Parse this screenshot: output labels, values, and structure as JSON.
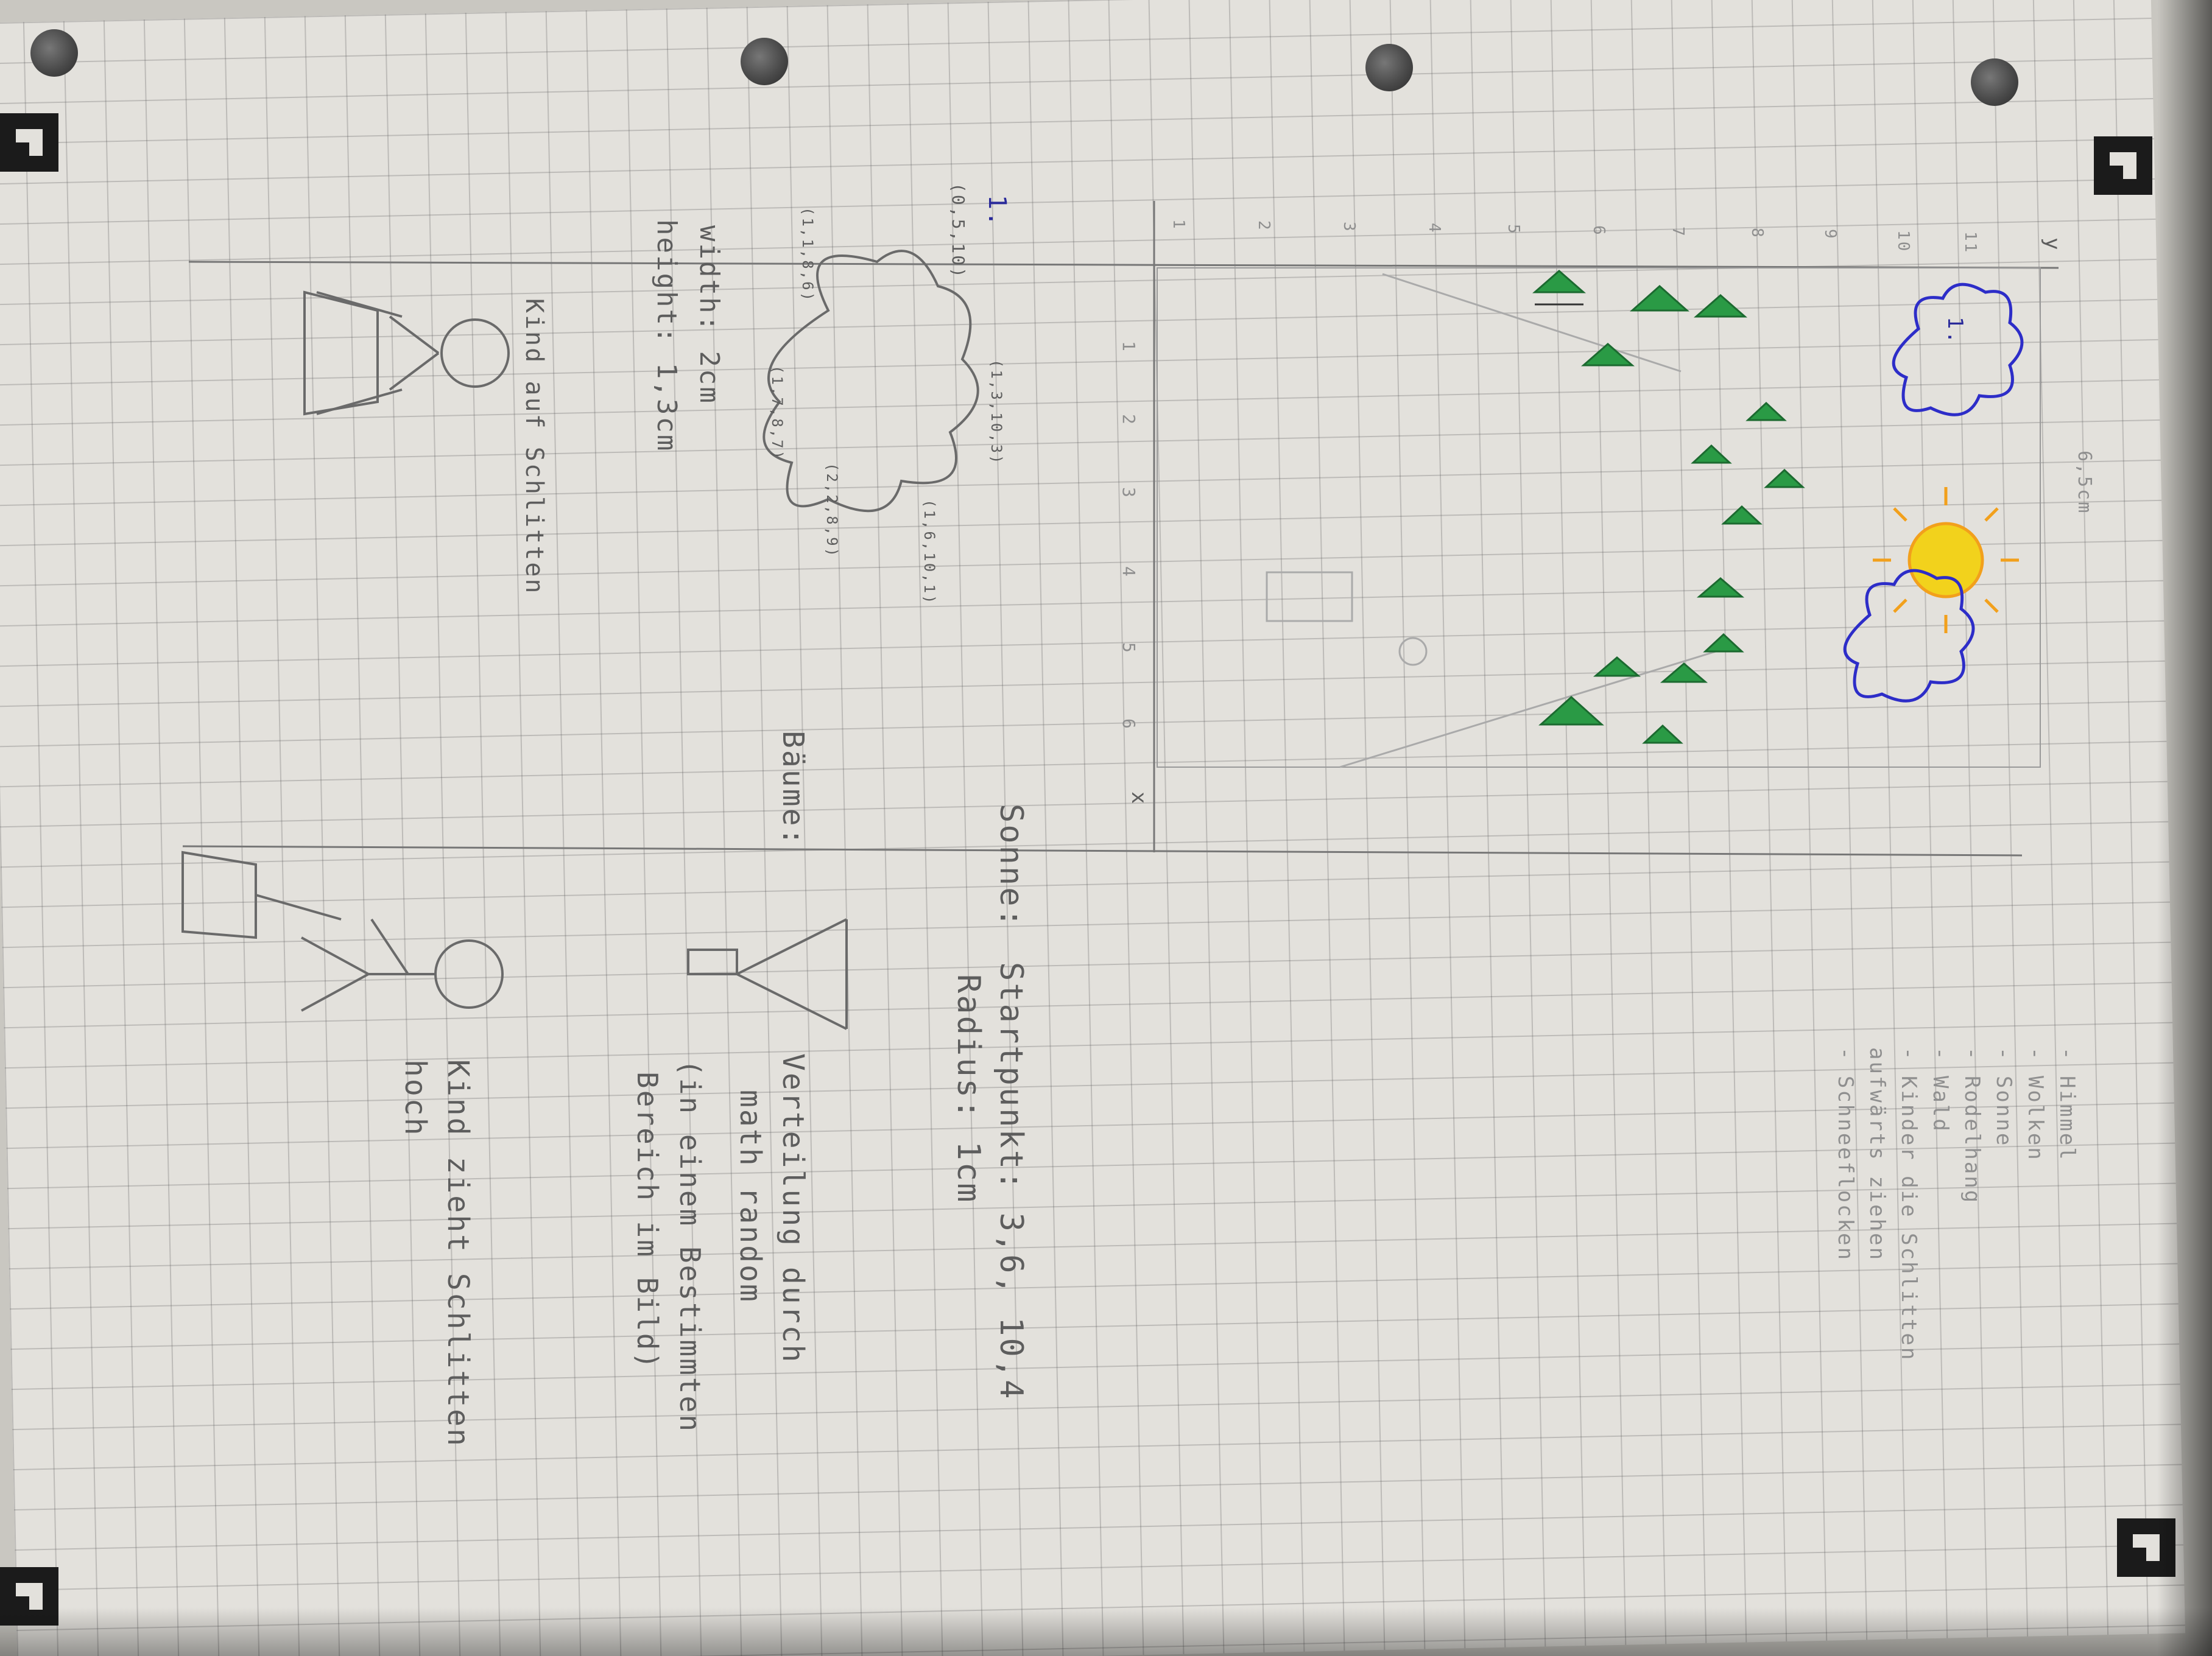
{
  "checklist": [
    "- Himmel",
    "- Wolken",
    "- Sonne",
    "- Rodelhang",
    "- Wald",
    "- Kinder die Schlitten",
    "  aufwärts ziehen",
    "- Schneeflocken"
  ],
  "dimension_label": "6,5cm",
  "axis_labels": {
    "x": "x",
    "y": "y"
  },
  "x_ticks": [
    "1",
    "2",
    "3",
    "4",
    "5",
    "6"
  ],
  "y_ticks": [
    "1",
    "2",
    "3",
    "4",
    "5",
    "6",
    "7",
    "8",
    "9",
    "10",
    "11"
  ],
  "cloud_section": {
    "number": "1.",
    "coords": [
      "(0,5,10)",
      "(1,1,8,6)",
      "(1,3,10,3)",
      "(1,6,10,1)",
      "(2,2,8,9)",
      "(1,7,8,7)"
    ],
    "width_text": "width: 2cm",
    "height_text": "height: 1,3cm"
  },
  "cloud_label_in_scene": "1.",
  "sun_note": {
    "title": "Sonne:",
    "start": "Startpunkt: 3,6, 10,4",
    "radius": "Radius: 1cm"
  },
  "trees_note": {
    "title": "Bäume:",
    "line1": "Verteilung durch",
    "line2": "math random",
    "line3": "(in einem Bestimmten",
    "line4": "Bereich im Bild)"
  },
  "child_sled_label": "Kind auf Schlitten",
  "child_pull_label": {
    "line1": "Kind zieht Schlitten",
    "line2": "hoch"
  },
  "colors": {
    "tree": "#2a9a45",
    "sun": "#f2d21c",
    "cloud": "#2d2dc8",
    "pencil": "#6a6a6a"
  }
}
